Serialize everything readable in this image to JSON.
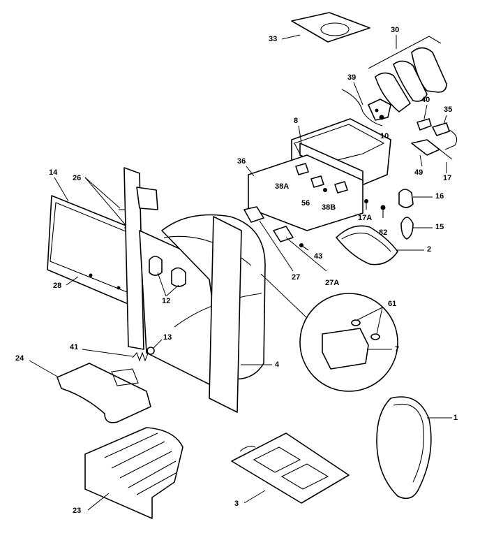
{
  "callouts": {
    "c33": "33",
    "c30": "30",
    "c39": "39",
    "c40": "40",
    "c35": "35",
    "c8": "8",
    "c10": "10",
    "c36": "36",
    "c49": "49",
    "c17": "17",
    "c14": "14",
    "c26": "26",
    "c38A": "38A",
    "c56": "56",
    "c38B": "38B",
    "c16": "16",
    "c17A": "17A",
    "c82": "82",
    "c15": "15",
    "c2": "2",
    "c43": "43",
    "c27": "27",
    "c27A": "27A",
    "c28": "28",
    "c12": "12",
    "c61": "61",
    "c7": "7",
    "c13": "13",
    "c41": "41",
    "c24": "24",
    "c4": "4",
    "c1": "1",
    "c23": "23",
    "c3": "3"
  }
}
